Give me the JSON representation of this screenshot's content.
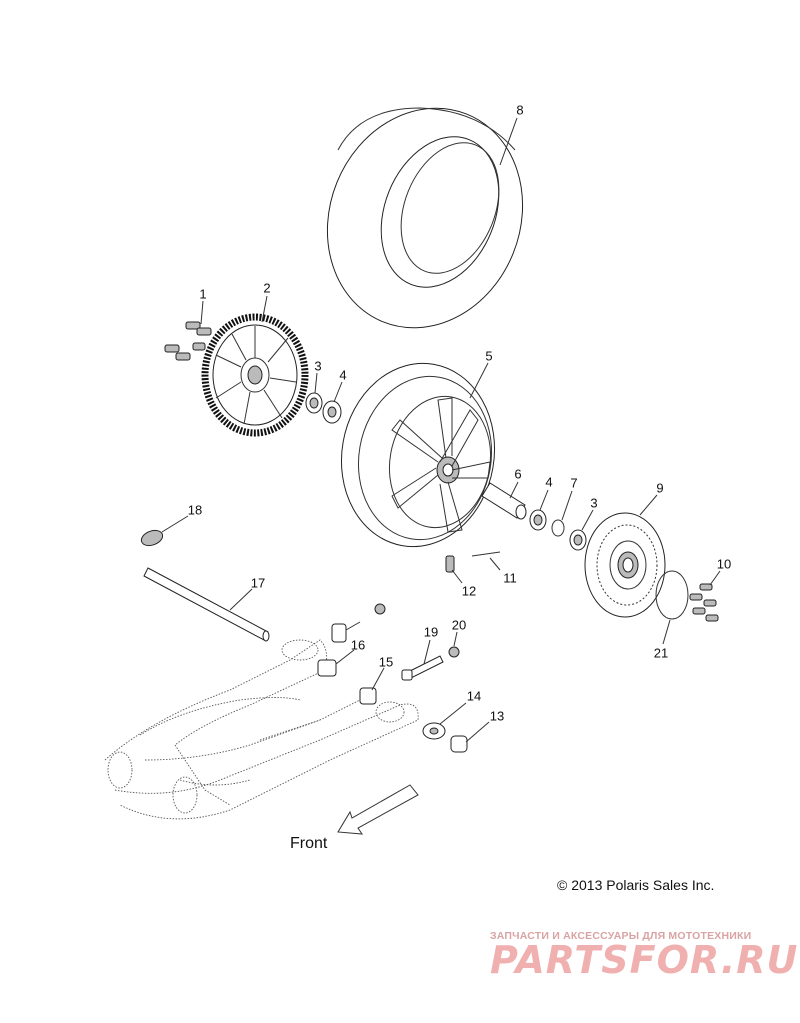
{
  "callouts": [
    {
      "id": "1",
      "text": "1"
    },
    {
      "id": "2",
      "text": "2"
    },
    {
      "id": "3a",
      "text": "3"
    },
    {
      "id": "4a",
      "text": "4"
    },
    {
      "id": "5",
      "text": "5"
    },
    {
      "id": "6",
      "text": "6"
    },
    {
      "id": "4b",
      "text": "4"
    },
    {
      "id": "7",
      "text": "7"
    },
    {
      "id": "3b",
      "text": "3"
    },
    {
      "id": "8",
      "text": "8"
    },
    {
      "id": "9",
      "text": "9"
    },
    {
      "id": "10",
      "text": "10"
    },
    {
      "id": "11",
      "text": "11"
    },
    {
      "id": "12",
      "text": "12"
    },
    {
      "id": "13",
      "text": "13"
    },
    {
      "id": "14",
      "text": "14"
    },
    {
      "id": "15",
      "text": "15"
    },
    {
      "id": "16",
      "text": "16"
    },
    {
      "id": "17",
      "text": "17"
    },
    {
      "id": "18",
      "text": "18"
    },
    {
      "id": "19",
      "text": "19"
    },
    {
      "id": "20",
      "text": "20"
    },
    {
      "id": "21",
      "text": "21"
    }
  ],
  "front_label": "Front",
  "copyright": "© 2013 Polaris Sales Inc.",
  "watermark": {
    "tagline": "ЗАПЧАСТИ И АКСЕССУАРЫ ДЛЯ МОТОТЕХНИКИ",
    "logo": "PARTSFOR.RU"
  }
}
